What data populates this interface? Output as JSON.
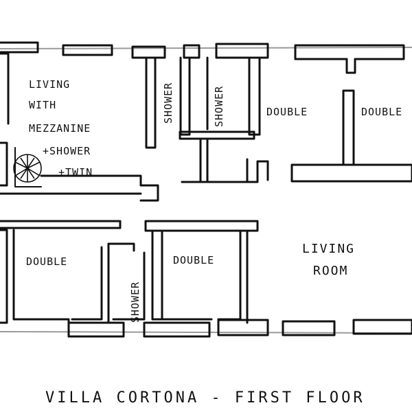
{
  "rooms": {
    "living_mezz": {
      "line1": "LIVING",
      "line2": "WITH",
      "line3": "MEZZANINE",
      "line4": "+SHOWER",
      "line5": "+TWIN"
    },
    "shower_top_1": "SHOWER",
    "shower_top_2": "SHOWER",
    "double_top_1": "DOUBLE",
    "double_top_2": "DOUBLE",
    "double_bottom_1": "DOUBLE",
    "shower_bottom": "SHOWER",
    "double_bottom_2": "DOUBLE",
    "living_room": {
      "line1": "LIVING",
      "line2": "ROOM"
    }
  },
  "title": "VILLA CORTONA - FIRST FLOOR",
  "icons": {
    "spiral_stair": "spiral-staircase-icon"
  }
}
